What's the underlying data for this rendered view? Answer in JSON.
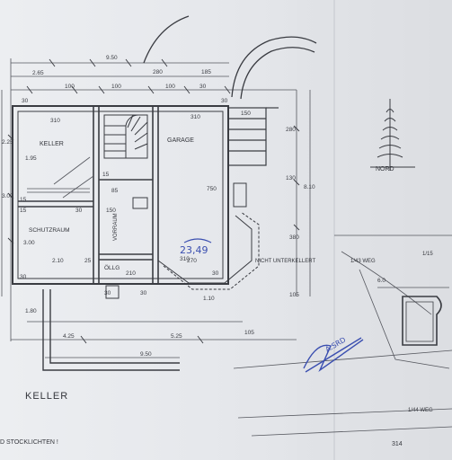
{
  "rooms": {
    "keller": "KELLER",
    "garage": "GARAGE",
    "schutzraum": "SCHUTZRAUM",
    "vorraum": "VORRAUM",
    "oel": "ÖLLG"
  },
  "labels": {
    "floor_title": "KELLER",
    "unterkellert": "NICHT UNTERKELLERT",
    "nord": "NORD",
    "weg_top": "1/43 WEG",
    "weg_bottom": "1/44 WEG",
    "parcel_right": "1/15",
    "footer_note": "D STOCKLICHTEN !",
    "bottom_number": "314",
    "handwritten_area": "23,49",
    "signature": "A.SRD"
  },
  "dimensions": {
    "top": [
      "2.65",
      "100",
      "9.50",
      "100",
      "280",
      "185",
      "100",
      "30"
    ],
    "top_inner": [
      "310",
      "310",
      "30",
      "30",
      "150"
    ],
    "left": [
      "1.95",
      "15",
      "3.00",
      "3.00",
      "15",
      "30",
      "1.80",
      "2.25"
    ],
    "right": [
      "280",
      "130",
      "8.10",
      "750",
      "380",
      "105",
      "30"
    ],
    "bottom": [
      "4.25",
      "5.25",
      "105",
      "9.50",
      "30",
      "30",
      "2.10",
      "1.10"
    ],
    "misc": [
      "210",
      "270",
      "310",
      "25",
      "15",
      "85",
      "150",
      "6.0",
      "30"
    ]
  }
}
